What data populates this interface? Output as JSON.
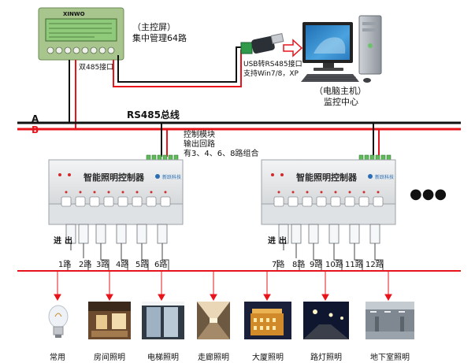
{
  "master_panel": {
    "brand": "XINWO",
    "title_line1": "（主控屏）",
    "title_line2": "集中管理64路",
    "port_label": "双485接口"
  },
  "usb": {
    "line1": "USB转RS485接口",
    "line2": "支持Win7/8，XP"
  },
  "pc": {
    "line1": "（电脑主机）",
    "line2": "监控中心"
  },
  "bus": {
    "label_a": "A",
    "label_b": "B",
    "title": "RS485总线"
  },
  "module_note": {
    "line1": "控制模块",
    "line2": "输出回路",
    "line3": "有3、4、6、8路组合"
  },
  "controllers": [
    {
      "title": "智能照明控制器",
      "brand": "新跃科技"
    },
    {
      "title": "智能照明控制器",
      "brand": "新跃科技"
    }
  ],
  "ellipsis": "●●●",
  "terminals": {
    "in_label": "进",
    "out_label": "出"
  },
  "channels_left": [
    "1路",
    "2路",
    "3路",
    "4路",
    "5路",
    "6路"
  ],
  "channels_right": [
    "7路",
    "8路",
    "9路",
    "10路",
    "11路",
    "12路"
  ],
  "categories": [
    "常用",
    "房间照明",
    "电梯照明",
    "走廊照明",
    "大厦照明",
    "路灯照明",
    "地下室照明"
  ],
  "colors": {
    "bus_black": "#111111",
    "bus_red": "#e8141b",
    "panel_green": "#a8c58d",
    "screen_green": "#8fc97a",
    "controller_body": "#e9ebec"
  }
}
